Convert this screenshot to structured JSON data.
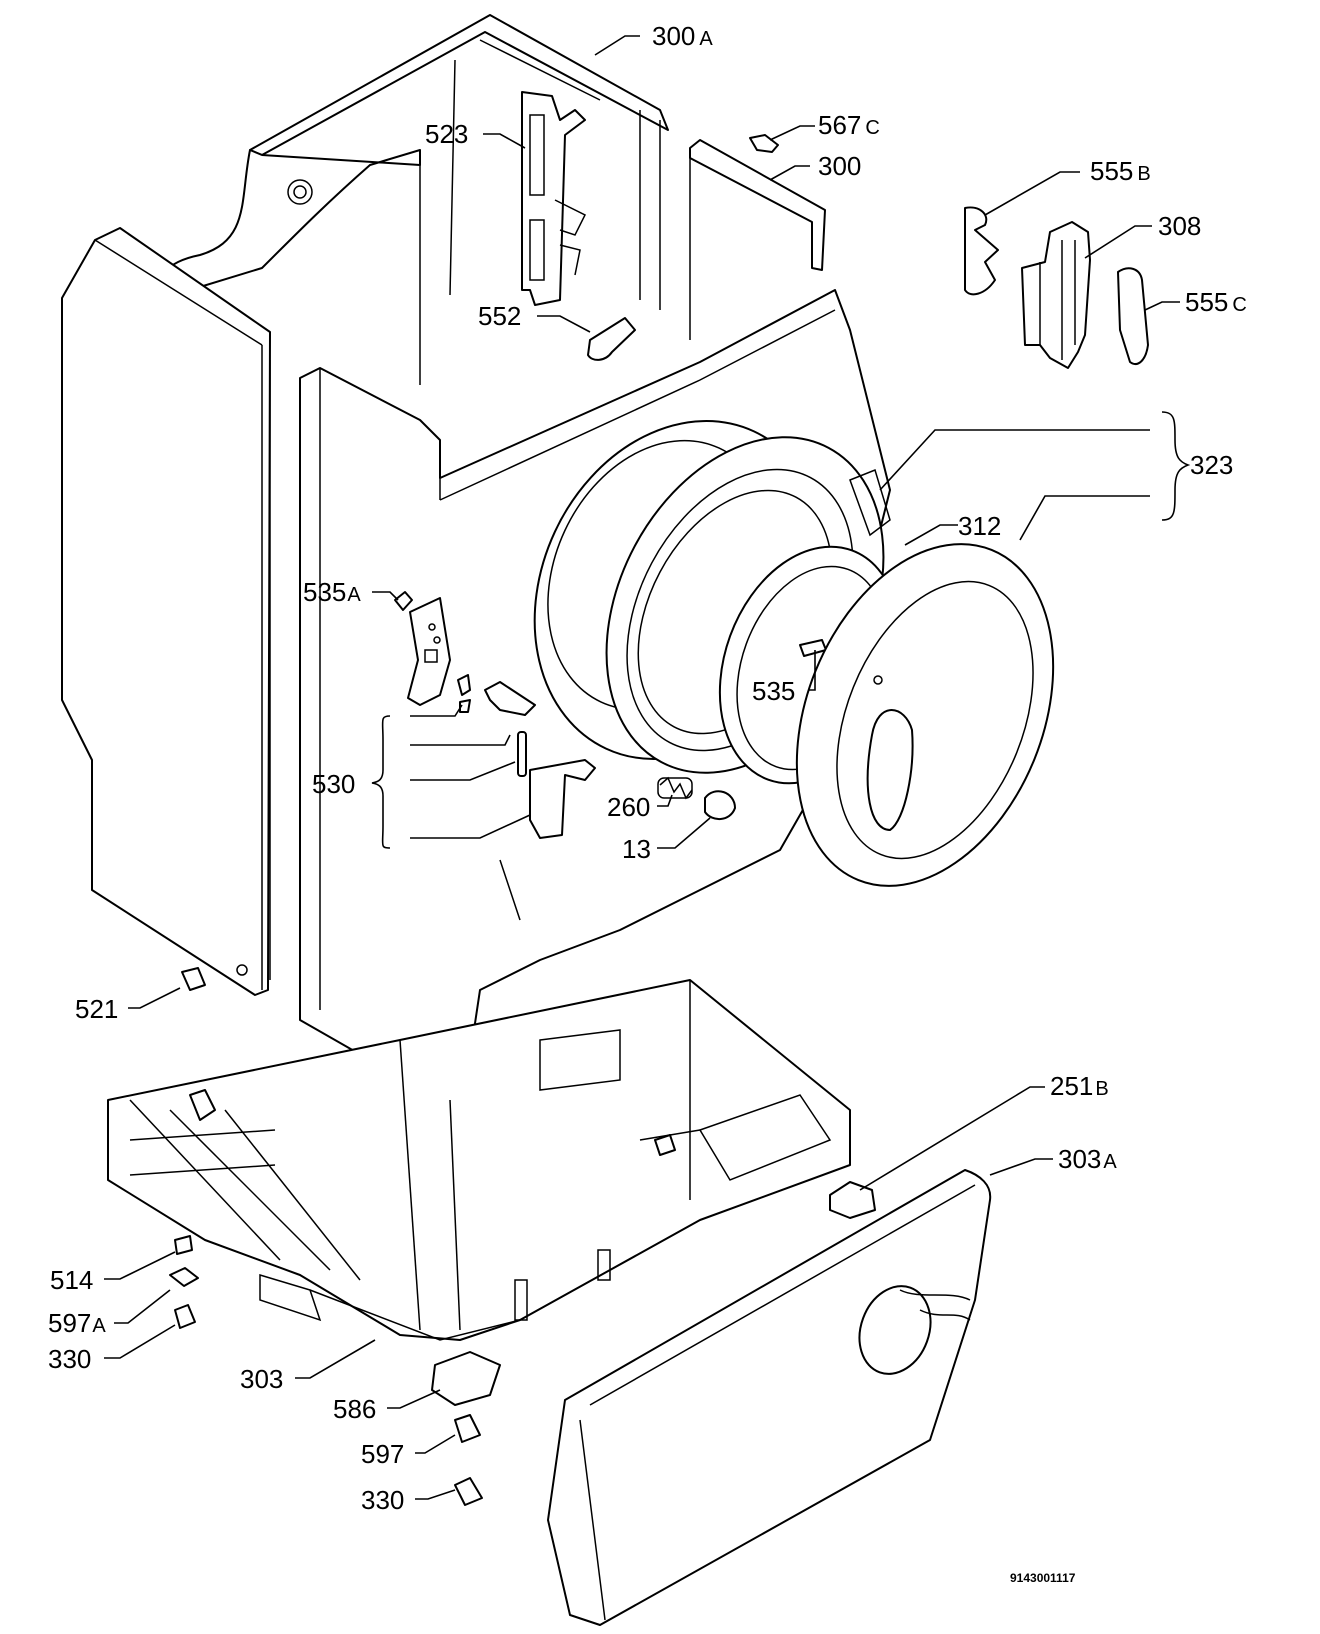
{
  "diagram": {
    "labels": [
      {
        "key": "l300A",
        "number": "300",
        "suffix": "A"
      },
      {
        "key": "l523",
        "number": "523",
        "suffix": ""
      },
      {
        "key": "l567C",
        "number": "567",
        "suffix": "C"
      },
      {
        "key": "l300",
        "number": "300",
        "suffix": ""
      },
      {
        "key": "l555B",
        "number": "555",
        "suffix": "B"
      },
      {
        "key": "l308",
        "number": "308",
        "suffix": ""
      },
      {
        "key": "l555C",
        "number": "555",
        "suffix": "C"
      },
      {
        "key": "l552",
        "number": "552",
        "suffix": ""
      },
      {
        "key": "l323",
        "number": "323",
        "suffix": ""
      },
      {
        "key": "l312",
        "number": "312",
        "suffix": ""
      },
      {
        "key": "l535A",
        "number": "535",
        "suffix": "A"
      },
      {
        "key": "l535",
        "number": "535",
        "suffix": ""
      },
      {
        "key": "l530",
        "number": "530",
        "suffix": ""
      },
      {
        "key": "l260",
        "number": "260",
        "suffix": ""
      },
      {
        "key": "l13",
        "number": "13",
        "suffix": ""
      },
      {
        "key": "l521",
        "number": "521",
        "suffix": ""
      },
      {
        "key": "l251B",
        "number": "251",
        "suffix": "B"
      },
      {
        "key": "l303A",
        "number": "303",
        "suffix": "A"
      },
      {
        "key": "l514",
        "number": "514",
        "suffix": ""
      },
      {
        "key": "l597A",
        "number": "597",
        "suffix": "A"
      },
      {
        "key": "l330a",
        "number": "330",
        "suffix": ""
      },
      {
        "key": "l303",
        "number": "303",
        "suffix": ""
      },
      {
        "key": "l586",
        "number": "586",
        "suffix": ""
      },
      {
        "key": "l597",
        "number": "597",
        "suffix": ""
      },
      {
        "key": "l330b",
        "number": "330",
        "suffix": ""
      }
    ],
    "document_id": "9143001117"
  }
}
